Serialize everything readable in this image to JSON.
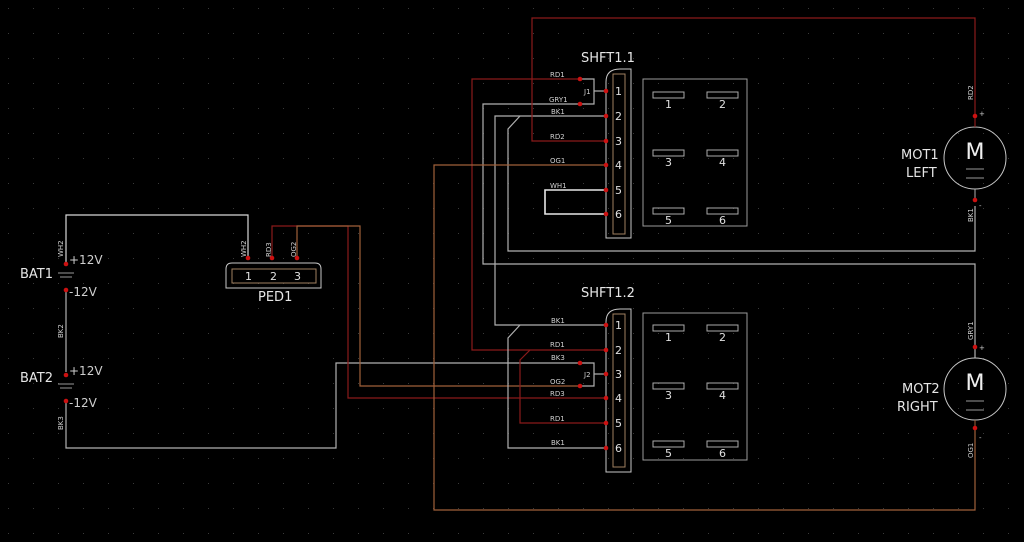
{
  "colors": {
    "background": "#000000",
    "grid": "#3a3a3a",
    "wire_white": "#d8d8d8",
    "wire_gray": "#b0b0b0",
    "wire_red": "#8a1a1a",
    "wire_orange": "#a0603a",
    "junction": "#cc1111",
    "outline": "#c8c8c8",
    "pin_body": "#a08060"
  },
  "components": {
    "bat1": {
      "ref": "BAT1",
      "plus": "+12V",
      "minus": "-12V"
    },
    "bat2": {
      "ref": "BAT2",
      "plus": "+12V",
      "minus": "-12V"
    },
    "ped1": {
      "ref": "PED1",
      "pins": [
        "1",
        "2",
        "3"
      ]
    },
    "shft11": {
      "ref": "SHFT1.1",
      "pins": [
        "1",
        "2",
        "3",
        "4",
        "5",
        "6"
      ],
      "jumper": "J1"
    },
    "shft12": {
      "ref": "SHFT1.2",
      "pins": [
        "1",
        "2",
        "3",
        "4",
        "5",
        "6"
      ],
      "jumper": "J2"
    },
    "switch1": {
      "pads": [
        "1",
        "2",
        "3",
        "4",
        "5",
        "6"
      ]
    },
    "switch2": {
      "pads": [
        "1",
        "2",
        "3",
        "4",
        "5",
        "6"
      ]
    },
    "mot1": {
      "ref": "MOT1",
      "value": "LEFT",
      "symbol": "M",
      "plus": "+",
      "minus": "-"
    },
    "mot2": {
      "ref": "MOT2",
      "value": "RIGHT",
      "symbol": "M",
      "plus": "+",
      "minus": "-"
    }
  },
  "wire_labels": {
    "bat_top": "WH2",
    "bat_mid": "BK2",
    "bat_bot": "BK3",
    "ped_1": "WH2",
    "ped_2": "RD3",
    "ped_3": "OG2",
    "s11_rd1": "RD1",
    "s11_gry1": "GRY1",
    "s11_bk1": "BK1",
    "s11_rd2": "RD2",
    "s11_og1": "OG1",
    "s11_wh1": "WH1",
    "s12_bk1a": "BK1",
    "s12_rd1a": "RD1",
    "s12_bk3": "BK3",
    "s12_og2": "OG2",
    "s12_rd3": "RD3",
    "s12_rd1b": "RD1",
    "s12_bk1b": "BK1",
    "mot1_plus": "RD2",
    "mot1_minus": "BK1",
    "mot2_plus": "GRY1",
    "mot2_minus": "OG1"
  }
}
